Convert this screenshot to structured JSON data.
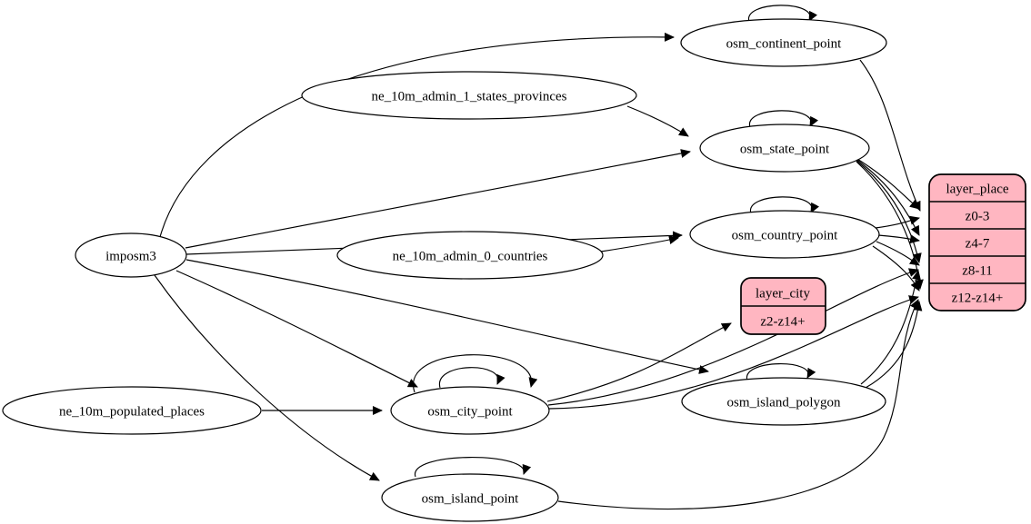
{
  "diagram": {
    "type": "graphviz-dependency-graph",
    "background_color": "#ffffff",
    "ellipse_fill": "#ffffff",
    "record_fill": "#ffb6c1",
    "stroke_color": "#000000",
    "nodes": {
      "imposm3": {
        "label": "imposm3",
        "shape": "ellipse"
      },
      "ne_10m_admin_1_states_provinces": {
        "label": "ne_10m_admin_1_states_provinces",
        "shape": "ellipse"
      },
      "ne_10m_admin_0_countries": {
        "label": "ne_10m_admin_0_countries",
        "shape": "ellipse"
      },
      "ne_10m_populated_places": {
        "label": "ne_10m_populated_places",
        "shape": "ellipse"
      },
      "osm_continent_point": {
        "label": "osm_continent_point",
        "shape": "ellipse"
      },
      "osm_state_point": {
        "label": "osm_state_point",
        "shape": "ellipse"
      },
      "osm_country_point": {
        "label": "osm_country_point",
        "shape": "ellipse"
      },
      "osm_city_point": {
        "label": "osm_city_point",
        "shape": "ellipse"
      },
      "osm_island_polygon": {
        "label": "osm_island_polygon",
        "shape": "ellipse"
      },
      "osm_island_point": {
        "label": "osm_island_point",
        "shape": "ellipse"
      }
    },
    "records": {
      "layer_city": {
        "title": "layer_city",
        "rows": [
          "z2-z14+"
        ]
      },
      "layer_place": {
        "title": "layer_place",
        "rows": [
          "z0-3",
          "z4-7",
          "z8-11",
          "z12-z14+"
        ]
      }
    },
    "edges": [
      {
        "from": "imposm3",
        "to": "osm_continent_point"
      },
      {
        "from": "imposm3",
        "to": "osm_state_point"
      },
      {
        "from": "imposm3",
        "to": "osm_country_point"
      },
      {
        "from": "imposm3",
        "to": "osm_city_point"
      },
      {
        "from": "imposm3",
        "to": "osm_island_polygon"
      },
      {
        "from": "imposm3",
        "to": "osm_island_point"
      },
      {
        "from": "ne_10m_admin_1_states_provinces",
        "to": "osm_state_point"
      },
      {
        "from": "ne_10m_admin_0_countries",
        "to": "osm_country_point"
      },
      {
        "from": "ne_10m_populated_places",
        "to": "osm_city_point"
      },
      {
        "from": "osm_continent_point",
        "to": "osm_continent_point",
        "self_loop": true
      },
      {
        "from": "osm_state_point",
        "to": "osm_state_point",
        "self_loop": true
      },
      {
        "from": "osm_country_point",
        "to": "osm_country_point",
        "self_loop": true
      },
      {
        "from": "osm_city_point",
        "to": "osm_city_point",
        "self_loop": true
      },
      {
        "from": "osm_city_point",
        "to": "osm_city_point",
        "self_loop": true
      },
      {
        "from": "osm_island_polygon",
        "to": "osm_island_polygon",
        "self_loop": true
      },
      {
        "from": "osm_island_point",
        "to": "osm_island_point",
        "self_loop": true
      },
      {
        "from": "osm_continent_point",
        "to": "layer_place",
        "row": "z0-3"
      },
      {
        "from": "osm_state_point",
        "to": "layer_place",
        "row": "z0-3"
      },
      {
        "from": "osm_state_point",
        "to": "layer_place",
        "row": "z4-7"
      },
      {
        "from": "osm_state_point",
        "to": "layer_place",
        "row": "z8-11"
      },
      {
        "from": "osm_state_point",
        "to": "layer_place",
        "row": "z12-z14+"
      },
      {
        "from": "osm_country_point",
        "to": "layer_place",
        "row": "z0-3"
      },
      {
        "from": "osm_country_point",
        "to": "layer_place",
        "row": "z4-7"
      },
      {
        "from": "osm_country_point",
        "to": "layer_place",
        "row": "z8-11"
      },
      {
        "from": "osm_country_point",
        "to": "layer_place",
        "row": "z12-z14+"
      },
      {
        "from": "osm_city_point",
        "to": "layer_city",
        "row": "z2-z14+"
      },
      {
        "from": "osm_city_point",
        "to": "layer_place",
        "row": "z8-11"
      },
      {
        "from": "osm_city_point",
        "to": "layer_place",
        "row": "z12-z14+"
      },
      {
        "from": "osm_island_polygon",
        "to": "layer_place",
        "row": "z8-11"
      },
      {
        "from": "osm_island_polygon",
        "to": "layer_place",
        "row": "z12-z14+"
      },
      {
        "from": "osm_island_point",
        "to": "layer_place",
        "row": "z12-z14+"
      }
    ]
  }
}
